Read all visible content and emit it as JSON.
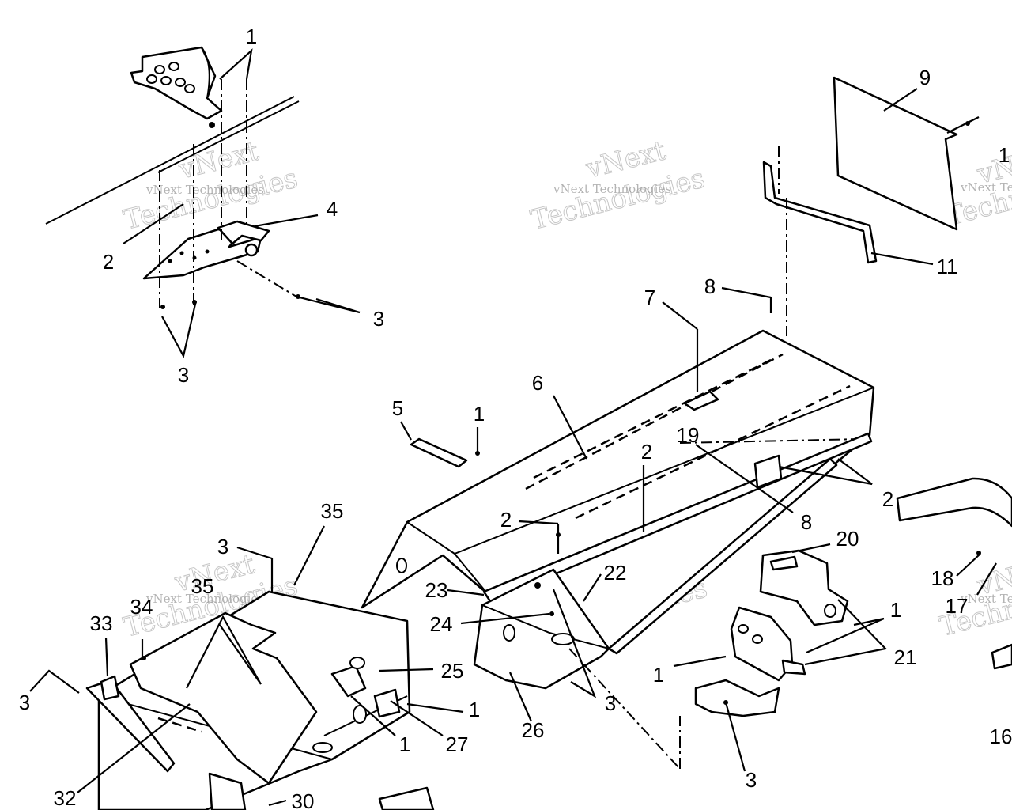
{
  "diagram": {
    "watermark": {
      "line1": "vNext",
      "line2": "vNext Technologies",
      "line3": "Technologies"
    },
    "callouts": [
      {
        "id": "c1a",
        "label": "1"
      },
      {
        "id": "c2a",
        "label": "2"
      },
      {
        "id": "c4",
        "label": "4"
      },
      {
        "id": "c3a",
        "label": "3"
      },
      {
        "id": "c3b",
        "label": "3"
      },
      {
        "id": "c9",
        "label": "9"
      },
      {
        "id": "c1b",
        "label": "1"
      },
      {
        "id": "c11",
        "label": "11"
      },
      {
        "id": "c8a",
        "label": "8"
      },
      {
        "id": "c7",
        "label": "7"
      },
      {
        "id": "c6",
        "label": "6"
      },
      {
        "id": "c5",
        "label": "5"
      },
      {
        "id": "c1c",
        "label": "1"
      },
      {
        "id": "c19",
        "label": "19"
      },
      {
        "id": "c2b",
        "label": "2"
      },
      {
        "id": "c2c",
        "label": "2"
      },
      {
        "id": "c8b",
        "label": "8"
      },
      {
        "id": "c2d",
        "label": "2"
      },
      {
        "id": "c20",
        "label": "20"
      },
      {
        "id": "c35a",
        "label": "35"
      },
      {
        "id": "c3c",
        "label": "3"
      },
      {
        "id": "c35b",
        "label": "35"
      },
      {
        "id": "c34",
        "label": "34"
      },
      {
        "id": "c33",
        "label": "33"
      },
      {
        "id": "c3d",
        "label": "3"
      },
      {
        "id": "c23",
        "label": "23"
      },
      {
        "id": "c22",
        "label": "22"
      },
      {
        "id": "c24",
        "label": "24"
      },
      {
        "id": "c25",
        "label": "25"
      },
      {
        "id": "c1d",
        "label": "1"
      },
      {
        "id": "c1e",
        "label": "1"
      },
      {
        "id": "c27",
        "label": "27"
      },
      {
        "id": "c26",
        "label": "26"
      },
      {
        "id": "c3e",
        "label": "3"
      },
      {
        "id": "c1f",
        "label": "1"
      },
      {
        "id": "c1g",
        "label": "1"
      },
      {
        "id": "c21",
        "label": "21"
      },
      {
        "id": "c3f",
        "label": "3"
      },
      {
        "id": "c18",
        "label": "18"
      },
      {
        "id": "c17",
        "label": "17"
      },
      {
        "id": "c16",
        "label": "16"
      },
      {
        "id": "c32",
        "label": "32"
      },
      {
        "id": "c30",
        "label": "30"
      }
    ]
  }
}
